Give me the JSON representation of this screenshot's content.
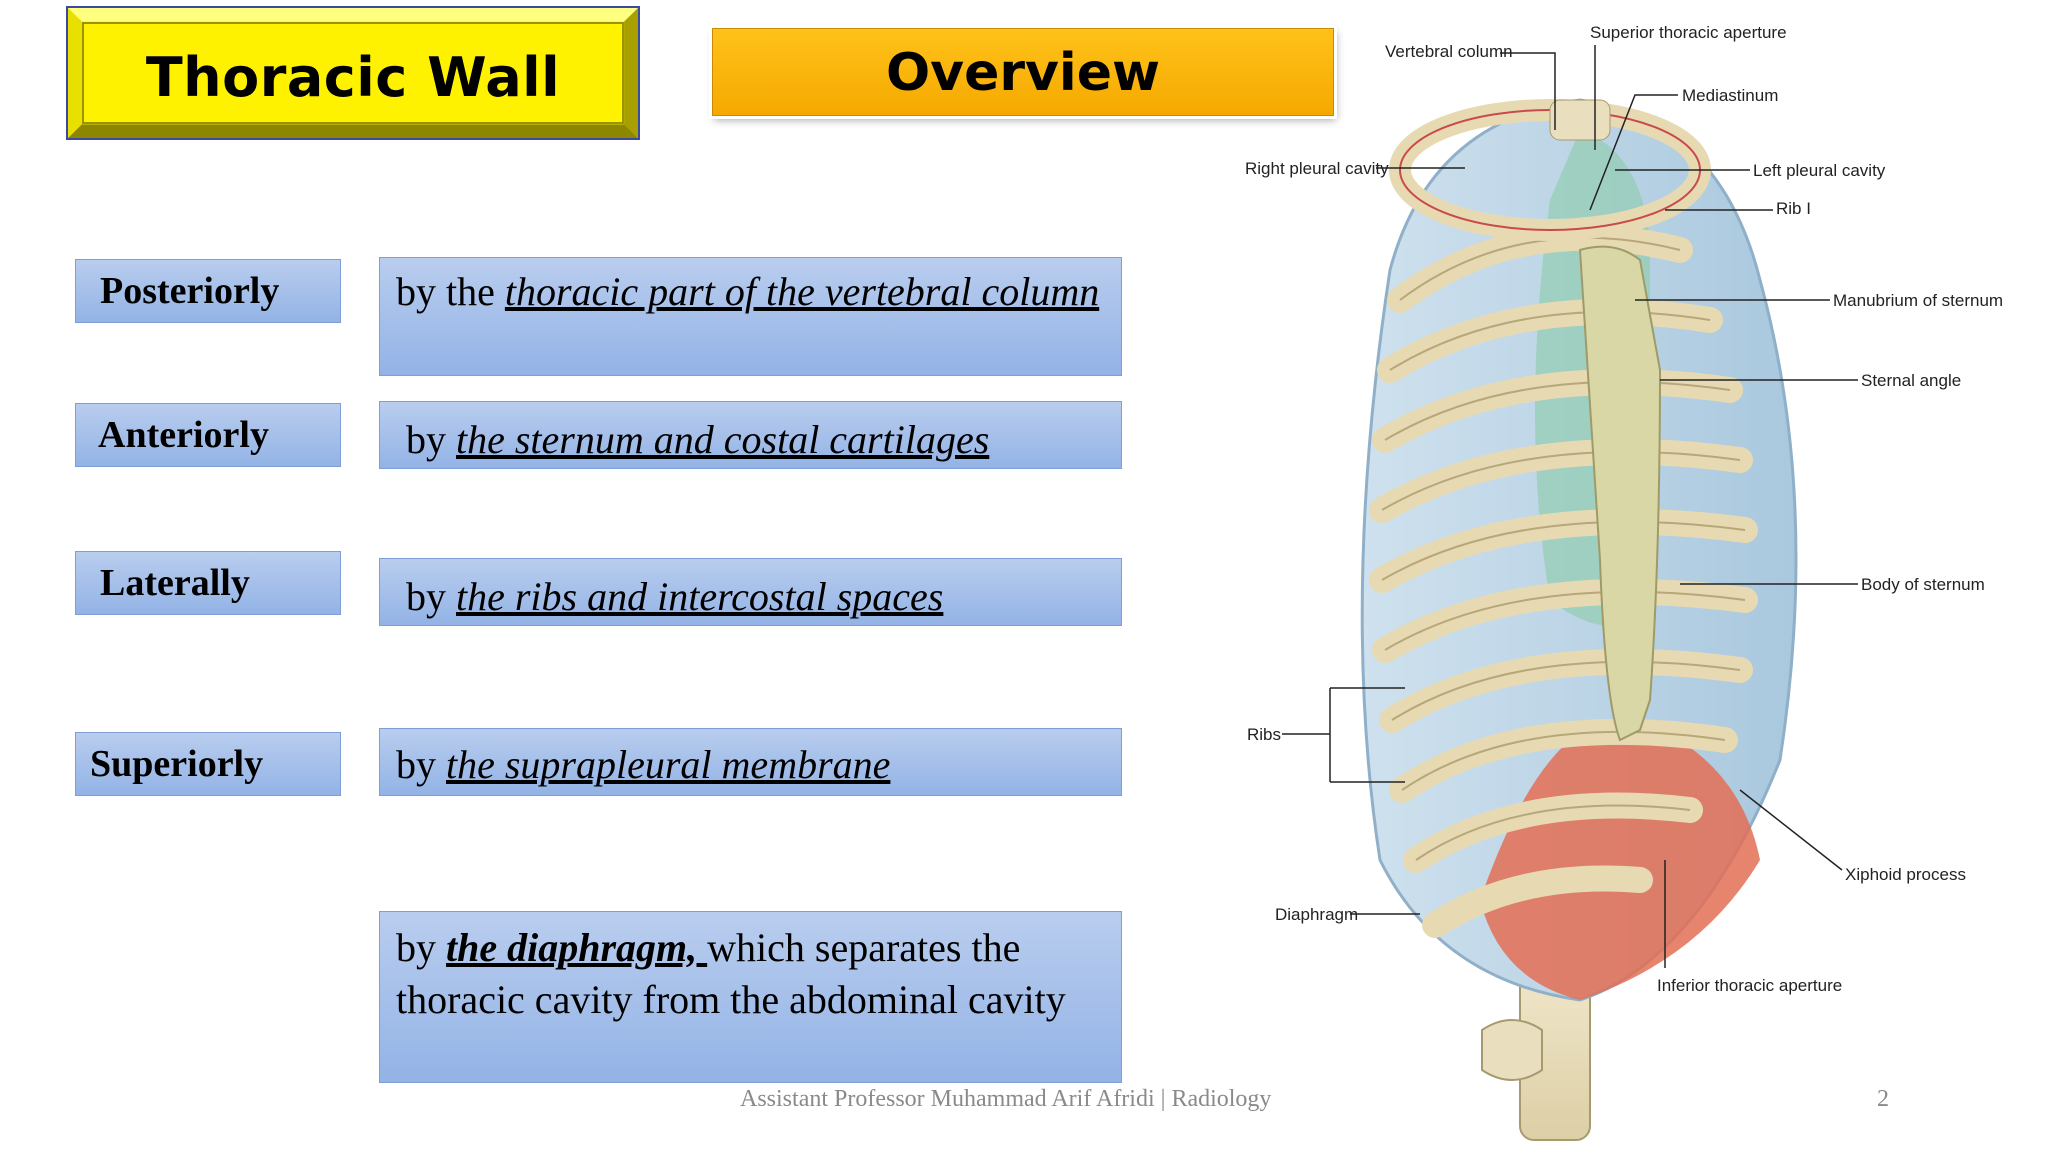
{
  "header": {
    "title": "Thoracic Wall",
    "subtitle": "Overview"
  },
  "rows": [
    {
      "label": "Posteriorly",
      "prefix": "by the ",
      "emph": "thoracic part of the vertebral column",
      "suffix": ""
    },
    {
      "label": "Anteriorly",
      "prefix": "by ",
      "emph": "the sternum and costal cartilages",
      "suffix": ""
    },
    {
      "label": "Laterally",
      "prefix": "by ",
      "emph": "the ribs and intercostal spaces",
      "suffix": ""
    },
    {
      "label": "Superiorly",
      "prefix": "by ",
      "emph": "the suprapleural membrane",
      "suffix": ""
    },
    {
      "label": "",
      "prefix": "by ",
      "emph": "the diaphragm, ",
      "suffix": "which separates the thoracic cavity from the abdominal cavity"
    }
  ],
  "figure": {
    "labels": {
      "vertebral_column": "Vertebral column",
      "superior_aperture": "Superior thoracic aperture",
      "mediastinum": "Mediastinum",
      "right_pleural": "Right pleural cavity",
      "left_pleural": "Left pleural cavity",
      "rib1": "Rib I",
      "manubrium": "Manubrium of sternum",
      "sternal_angle": "Sternal angle",
      "body_sternum": "Body of sternum",
      "ribs": "Ribs",
      "xiphoid": "Xiphoid process",
      "diaphragm": "Diaphragm",
      "inferior_aperture": "Inferior thoracic aperture"
    }
  },
  "footer": {
    "credit": "Assistant Professor Muhammad Arif Afridi | Radiology",
    "page": "2"
  }
}
